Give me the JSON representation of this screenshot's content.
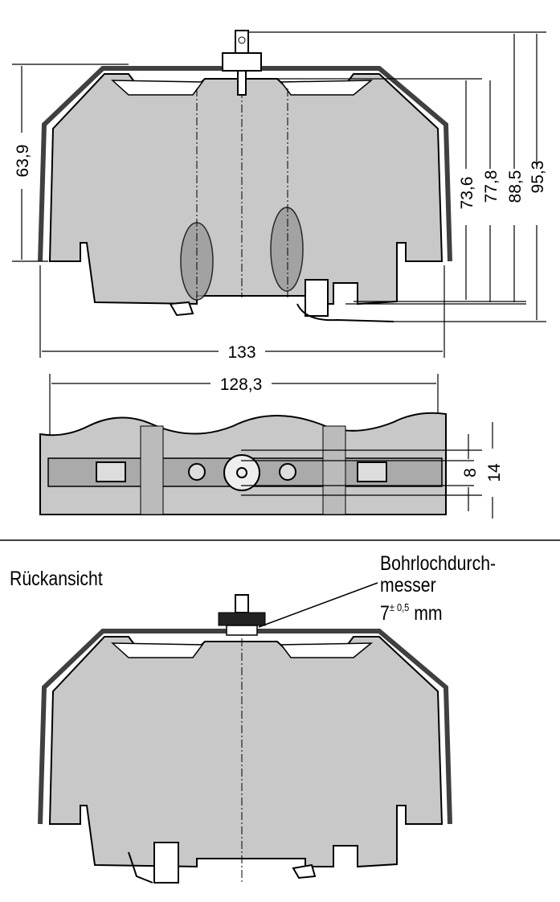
{
  "top_view": {
    "dimensions": {
      "height_left": "63,9",
      "h1": "73,6",
      "h2": "77,8",
      "h3": "88,5",
      "h4": "95,3",
      "width": "133"
    }
  },
  "side_view": {
    "dimensions": {
      "width": "128,3",
      "slot": "8",
      "band": "14"
    }
  },
  "back_view": {
    "title": "Rückansicht",
    "note_line1": "Bohrlochdurch-",
    "note_line2": "messer",
    "note_value": "7",
    "note_tolerance": "± 0,5",
    "note_unit": "mm"
  },
  "colors": {
    "fill": "#c8c8c8",
    "line": "#000000"
  }
}
